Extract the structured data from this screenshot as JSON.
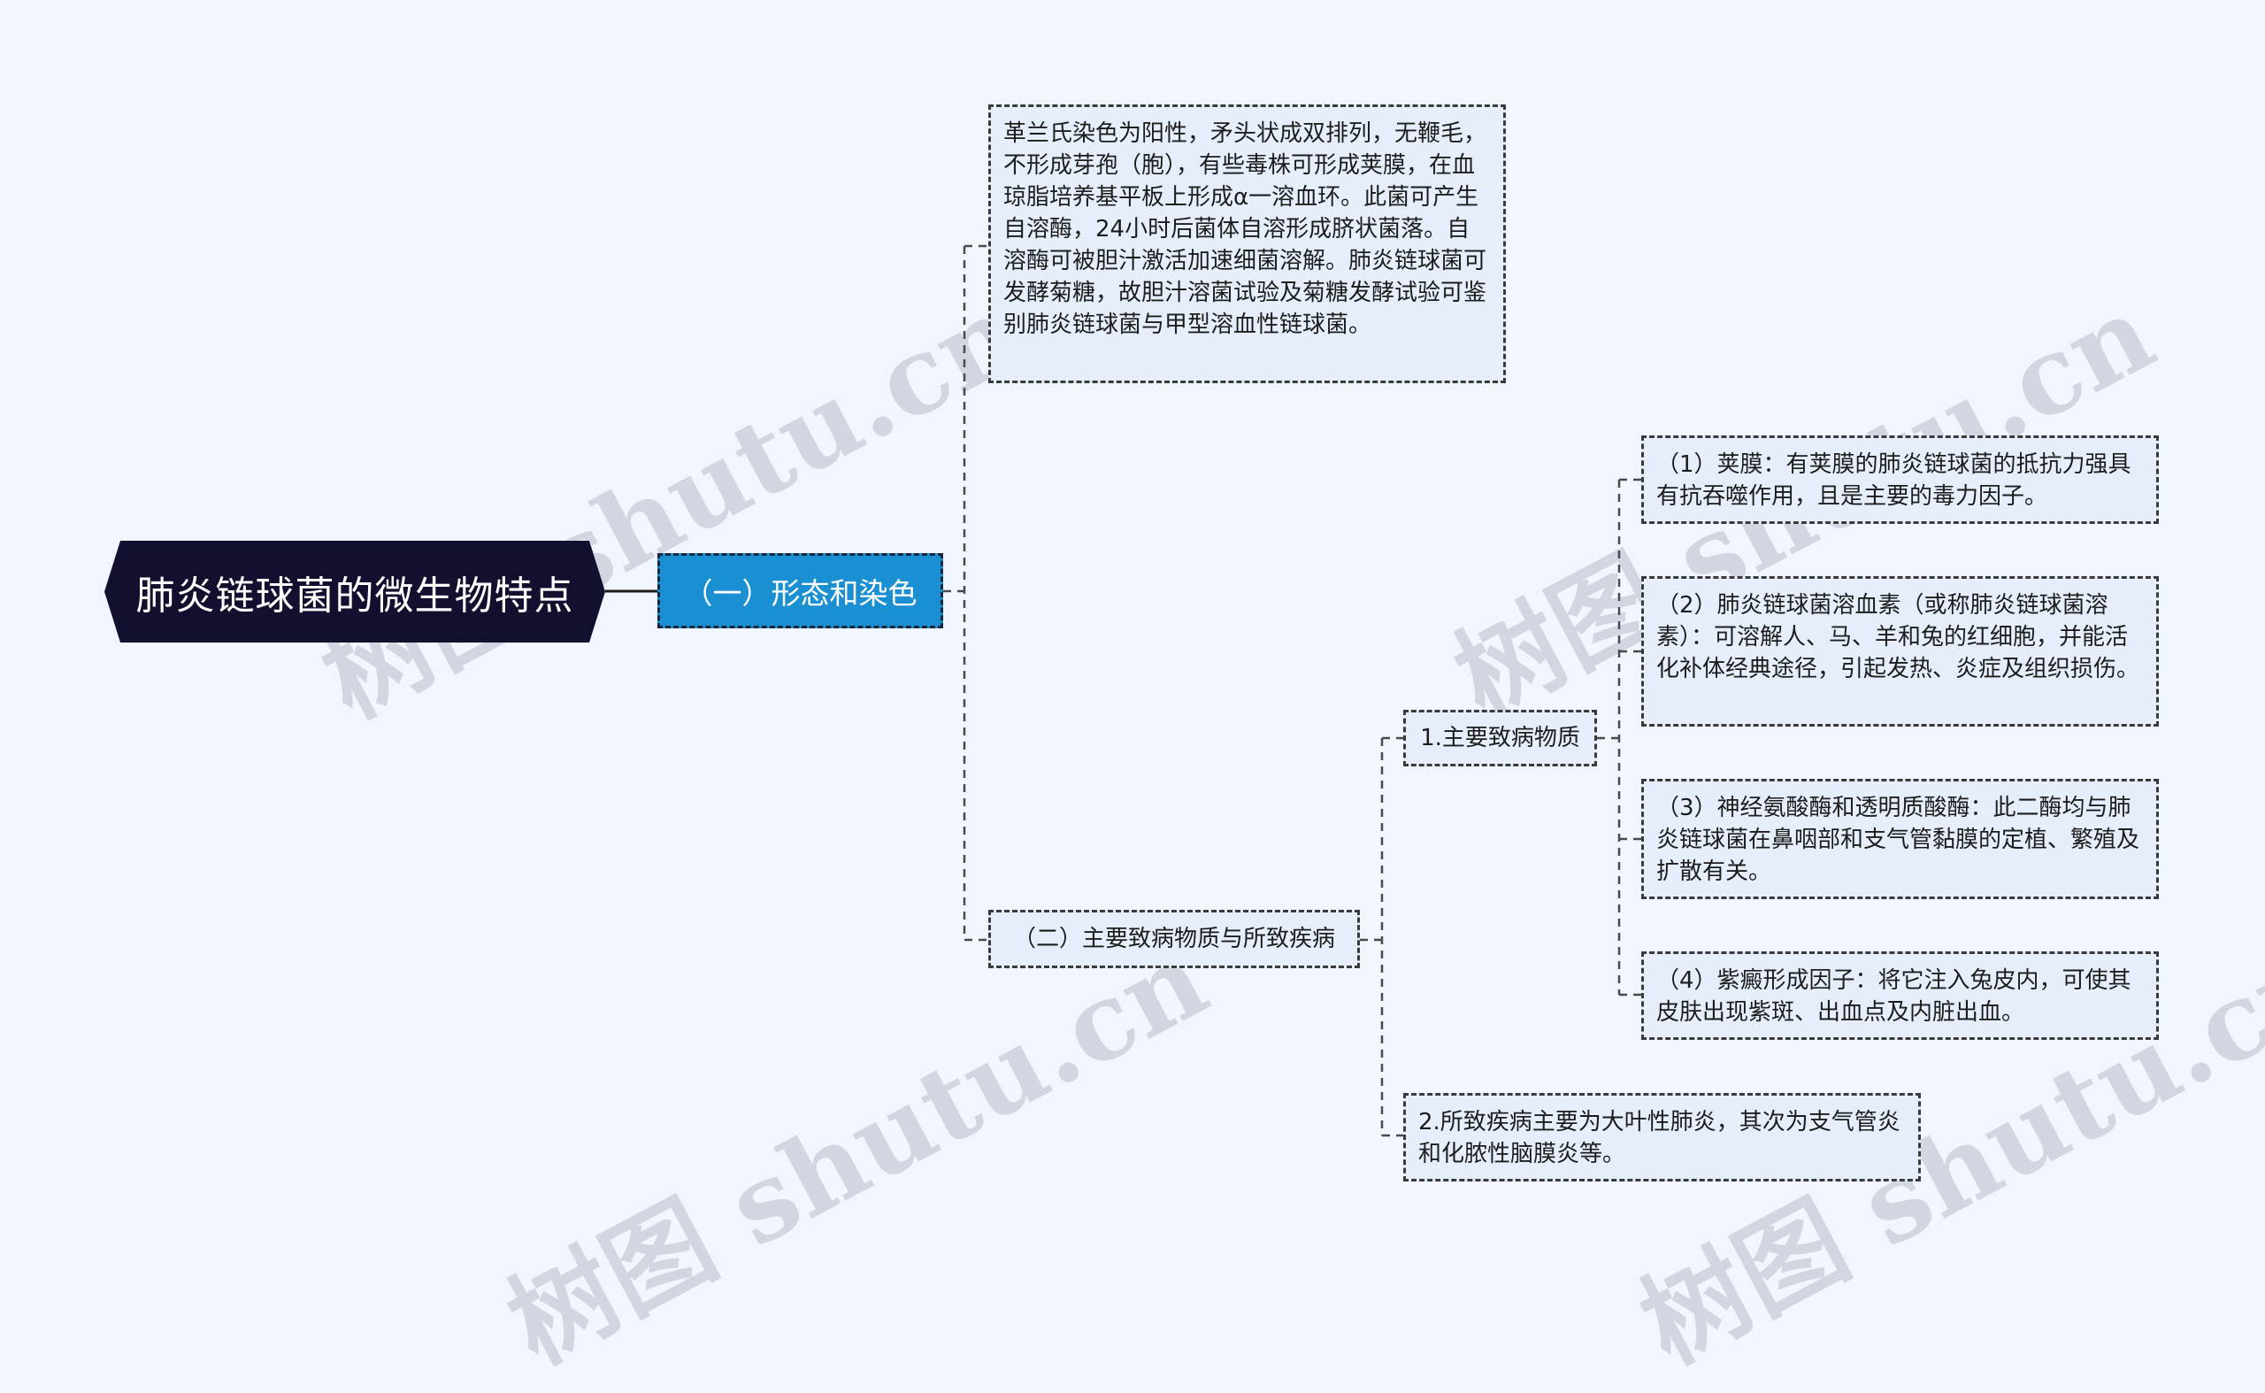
{
  "watermark": "树图 shutu.cn",
  "root": {
    "label": "肺炎链球菌的微生物特点"
  },
  "branches": [
    {
      "label": "（一）形态和染色",
      "children": [
        {
          "text": "革兰氏染色为阳性，矛头状成双排列，无鞭毛，不形成芽孢（胞），有些毒株可形成荚膜，在血琼脂培养基平板上形成α一溶血环。此菌可产生自溶酶，24小时后菌体自溶形成脐状菌落。自溶酶可被胆汁激活加速细菌溶解。肺炎链球菌可发酵菊糖，故胆汁溶菌试验及菊糖发酵试验可鉴别肺炎链球菌与甲型溶血性链球菌。"
        },
        {
          "label": "（二）主要致病物质与所致疾病",
          "children": [
            {
              "label": "1.主要致病物质",
              "children": [
                {
                  "text": "（1）荚膜：有荚膜的肺炎链球菌的抵抗力强具有抗吞噬作用，且是主要的毒力因子。"
                },
                {
                  "text": "（2）肺炎链球菌溶血素（或称肺炎链球菌溶素）：可溶解人、马、羊和兔的红细胞，并能活化补体经典途径，引起发热、炎症及组织损伤。"
                },
                {
                  "text": "（3）神经氨酸酶和透明质酸酶：此二酶均与肺炎链球菌在鼻咽部和支气管黏膜的定植、繁殖及扩散有关。"
                },
                {
                  "text": "（4）紫癜形成因子：将它注入兔皮内，可使其皮肤出现紫斑、出血点及内脏出血。"
                }
              ]
            },
            {
              "text": "2.所致疾病主要为大叶性肺炎，其次为支气管炎和化脓性脑膜炎等。"
            }
          ]
        }
      ]
    }
  ],
  "colors": {
    "background": "#f1f5fd",
    "root_fill": "#11102f",
    "branch_fill": "#1a8fd1",
    "box_fill": "#e6eefc",
    "connector": "#4a4a4a"
  }
}
